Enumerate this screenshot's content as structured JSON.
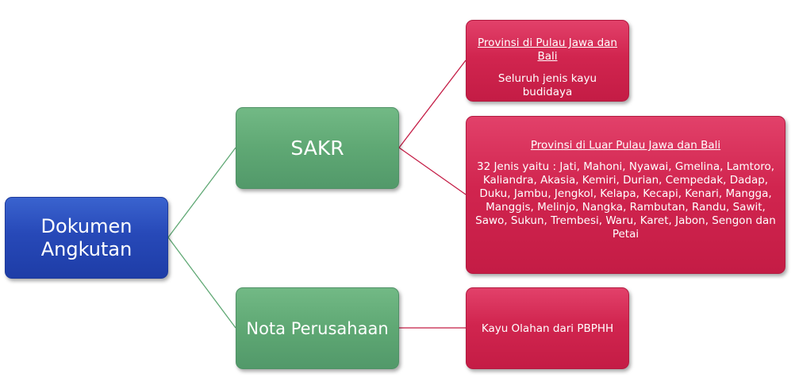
{
  "colors": {
    "root_fill": "#2749b8",
    "level2_fill": "#5fa874",
    "level3_fill": "#d1254f",
    "connector_green": "#5fa874",
    "connector_red": "#c41c45"
  },
  "diagram": {
    "root": {
      "label": "Dokumen Angkutan"
    },
    "sakr": {
      "label": "SAKR",
      "children": {
        "jawa_bali": {
          "heading": "Provinsi di Pulau Jawa dan Bali",
          "text": "Seluruh jenis kayu budidaya"
        },
        "luar_jawa_bali": {
          "heading": "Provinsi di Luar Pulau Jawa dan Bali",
          "text": "32 Jenis yaitu : Jati, Mahoni, Nyawai, Gmelina, Lamtoro, Kaliandra, Akasia, Kemiri, Durian, Cempedak, Dadap, Duku, Jambu, Jengkol, Kelapa, Kecapi, Kenari, Mangga, Manggis, Melinjo, Nangka, Rambutan, Randu, Sawit, Sawo, Sukun, Trembesi, Waru, Karet, Jabon, Sengon dan Petai"
        }
      }
    },
    "nota": {
      "label": "Nota Perusahaan",
      "children": {
        "pbphh": {
          "text": "Kayu Olahan dari PBPHH"
        }
      }
    }
  }
}
